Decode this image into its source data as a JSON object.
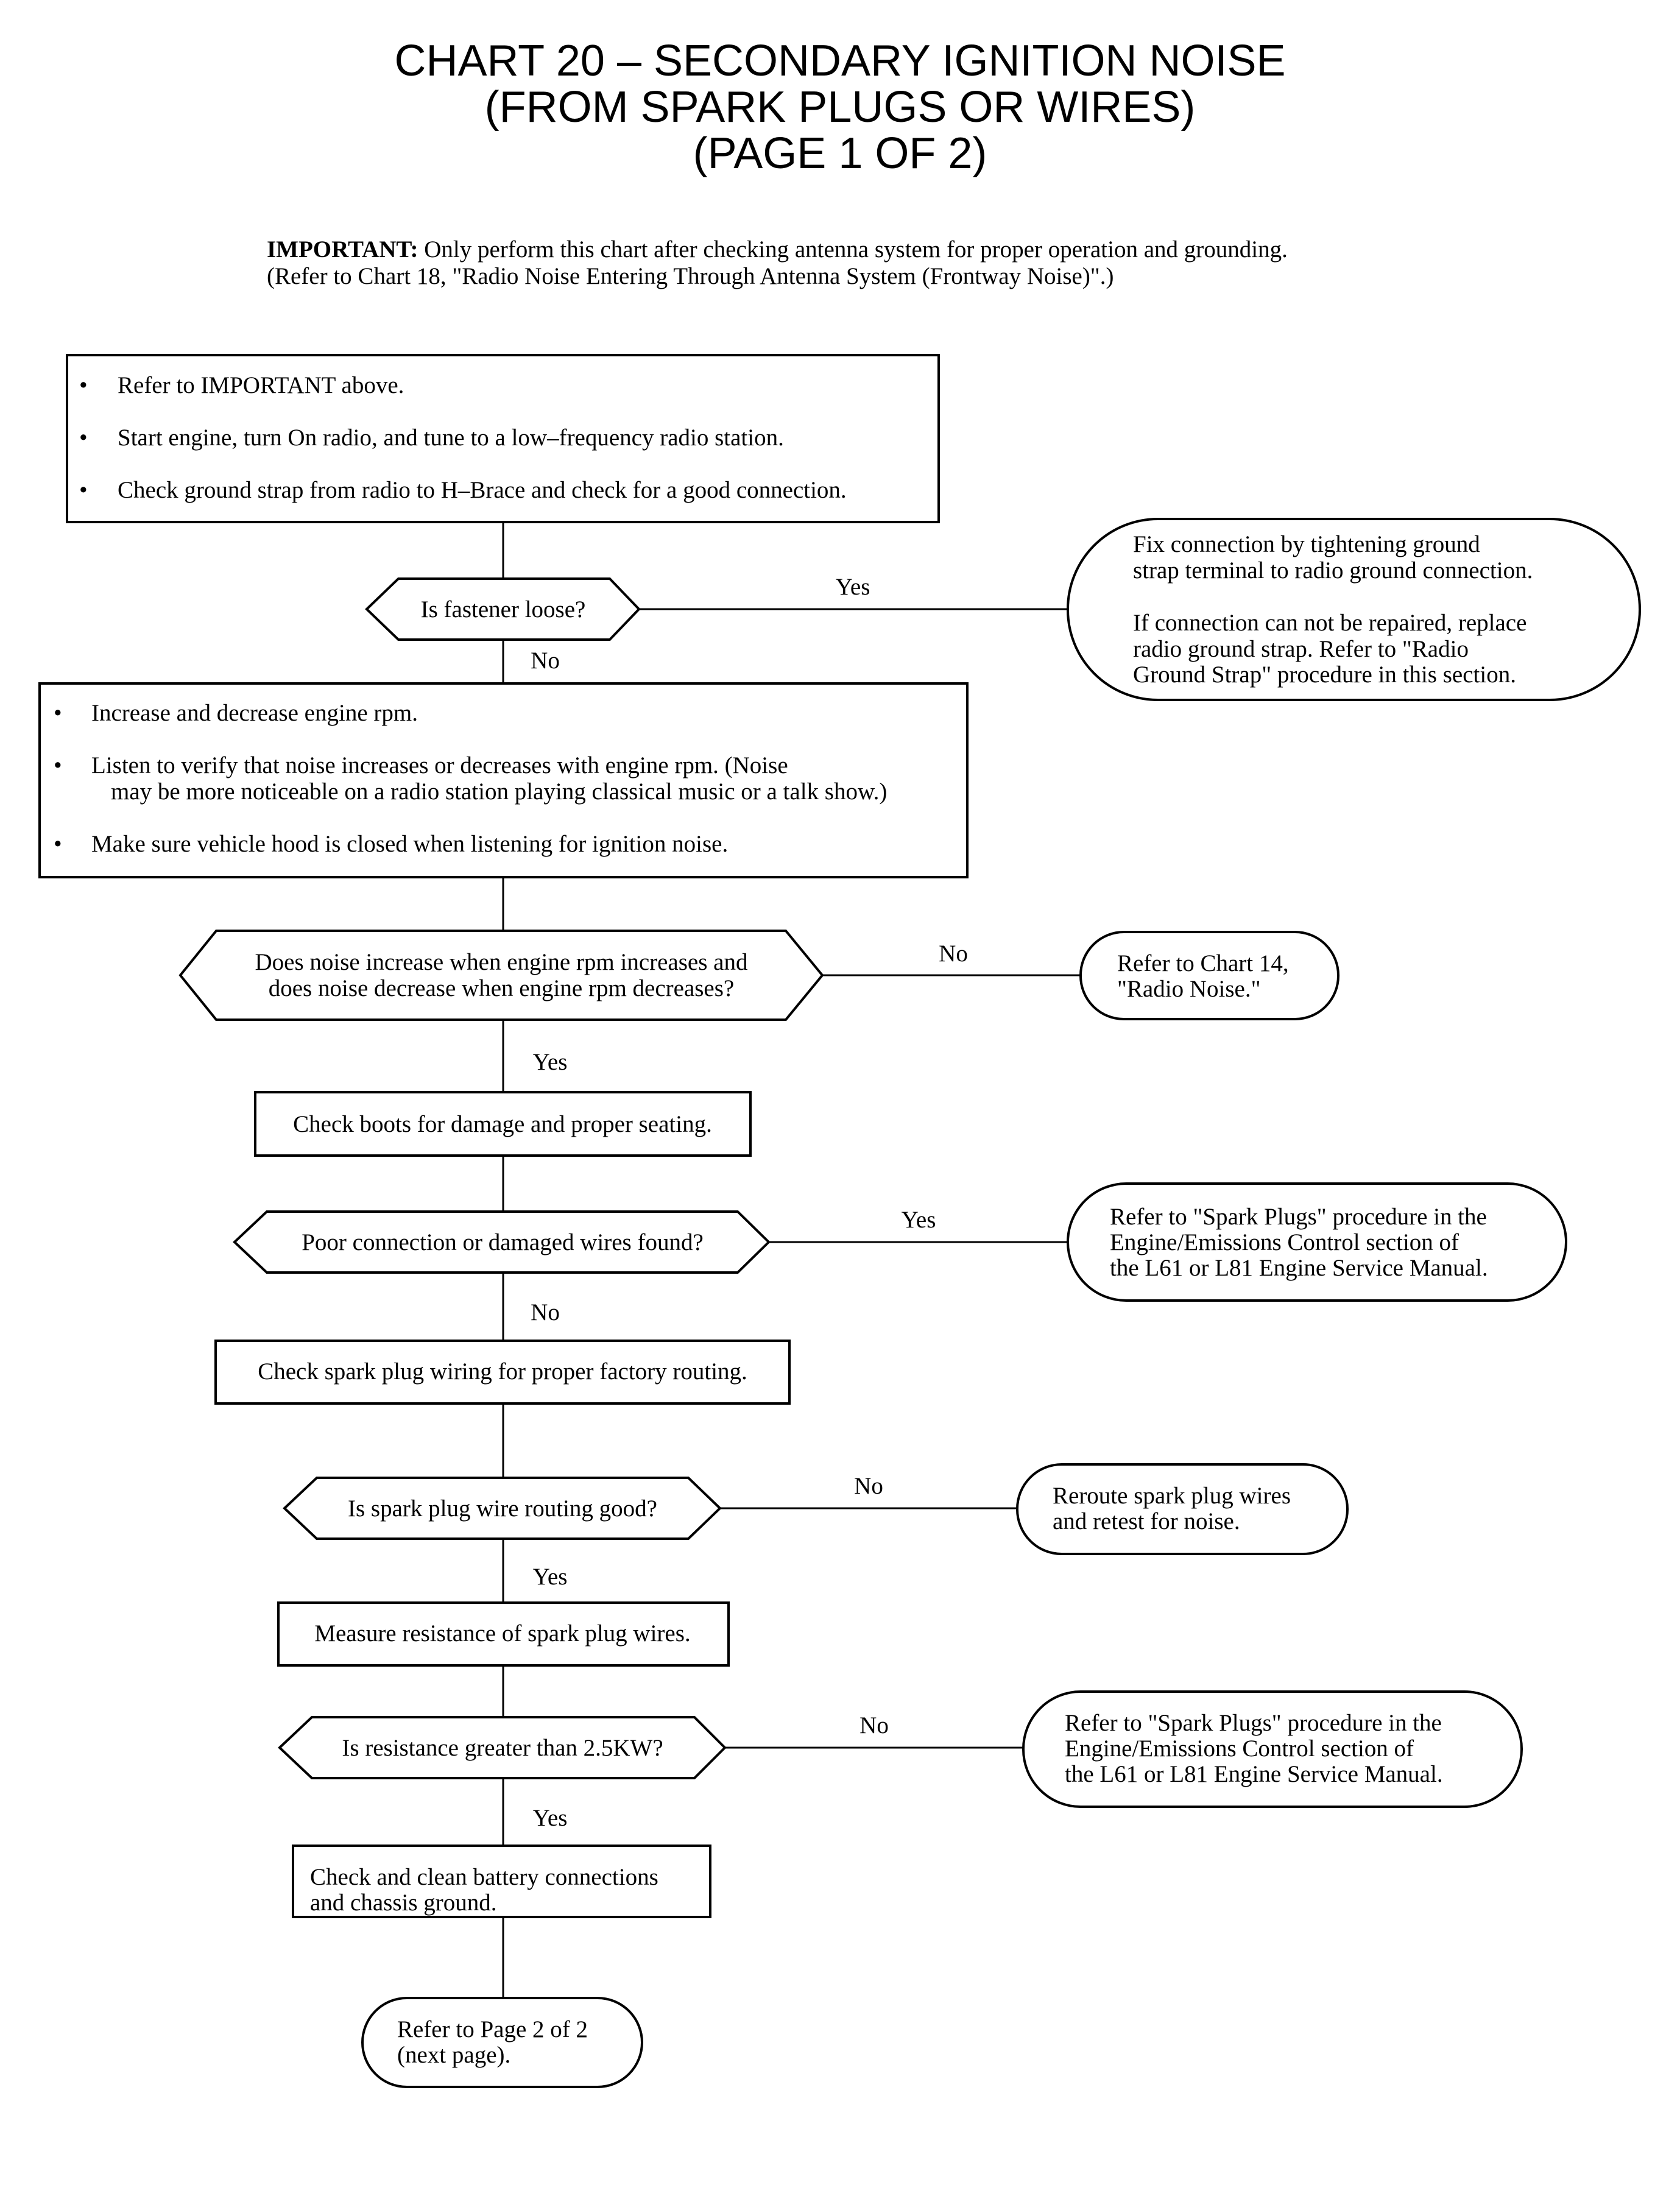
{
  "title": {
    "line1": "CHART 20 – SECONDARY IGNITION NOISE",
    "line2": "(FROM SPARK PLUGS OR WIRES)",
    "line3": "(PAGE 1 OF 2)"
  },
  "important": {
    "label": "IMPORTANT:",
    "line1": "Only perform this chart after checking antenna system for proper operation and grounding.",
    "line2": "(Refer to Chart 18, \"Radio Noise Entering Through Antenna System (Frontway Noise)\".)"
  },
  "flowchart": {
    "step1": {
      "bullets": [
        "Refer to IMPORTANT above.",
        "Start engine, turn On radio, and tune to a low–frequency radio station.",
        "Check ground strap from radio to H–Brace and check for a good connection."
      ]
    },
    "q1": {
      "text": "Is fastener loose?",
      "yes": "Yes",
      "no": "No"
    },
    "r1": {
      "lines": [
        "Fix connection by tightening ground",
        "strap terminal to radio ground connection.",
        "If connection can not be repaired, replace",
        "radio ground strap. Refer to \"Radio",
        "Ground Strap\" procedure in this section."
      ]
    },
    "step2": {
      "bullets": [
        [
          "Increase and decrease engine rpm."
        ],
        [
          "Listen to verify that noise increases or decreases with engine rpm. (Noise",
          "may be more noticeable on a radio station playing classical music or a talk show.)"
        ],
        [
          "Make sure vehicle hood is closed when listening for ignition noise."
        ]
      ]
    },
    "q2": {
      "lines": [
        "Does noise increase when engine rpm increases and",
        "does noise decrease when engine rpm decreases?"
      ],
      "no": "No",
      "yes": "Yes"
    },
    "r2": {
      "lines": [
        "Refer to Chart 14,",
        "\"Radio Noise.\""
      ]
    },
    "step3": {
      "text": "Check boots for damage and proper seating."
    },
    "q3": {
      "text": "Poor connection or damaged wires found?",
      "yes": "Yes",
      "no": "No"
    },
    "r3": {
      "lines": [
        "Refer to \"Spark Plugs\" procedure in the",
        "Engine/Emissions Control section of",
        "the L61 or L81 Engine Service Manual."
      ]
    },
    "step4": {
      "text": "Check spark plug wiring for proper factory routing."
    },
    "q4": {
      "text": "Is spark plug wire routing good?",
      "no": "No",
      "yes": "Yes"
    },
    "r4": {
      "lines": [
        "Reroute spark plug wires",
        "and retest for noise."
      ]
    },
    "step5": {
      "text": "Measure resistance of spark plug wires."
    },
    "q5": {
      "text": "Is resistance greater than 2.5KW?",
      "no": "No",
      "yes": "Yes"
    },
    "r5": {
      "lines": [
        "Refer to \"Spark Plugs\" procedure in the",
        "Engine/Emissions Control section of",
        "the L61 or L81 Engine Service Manual."
      ]
    },
    "step6": {
      "lines": [
        "Check and clean battery connections",
        "and chassis ground."
      ]
    },
    "end": {
      "lines": [
        "Refer to Page 2 of 2",
        "(next page)."
      ]
    }
  }
}
